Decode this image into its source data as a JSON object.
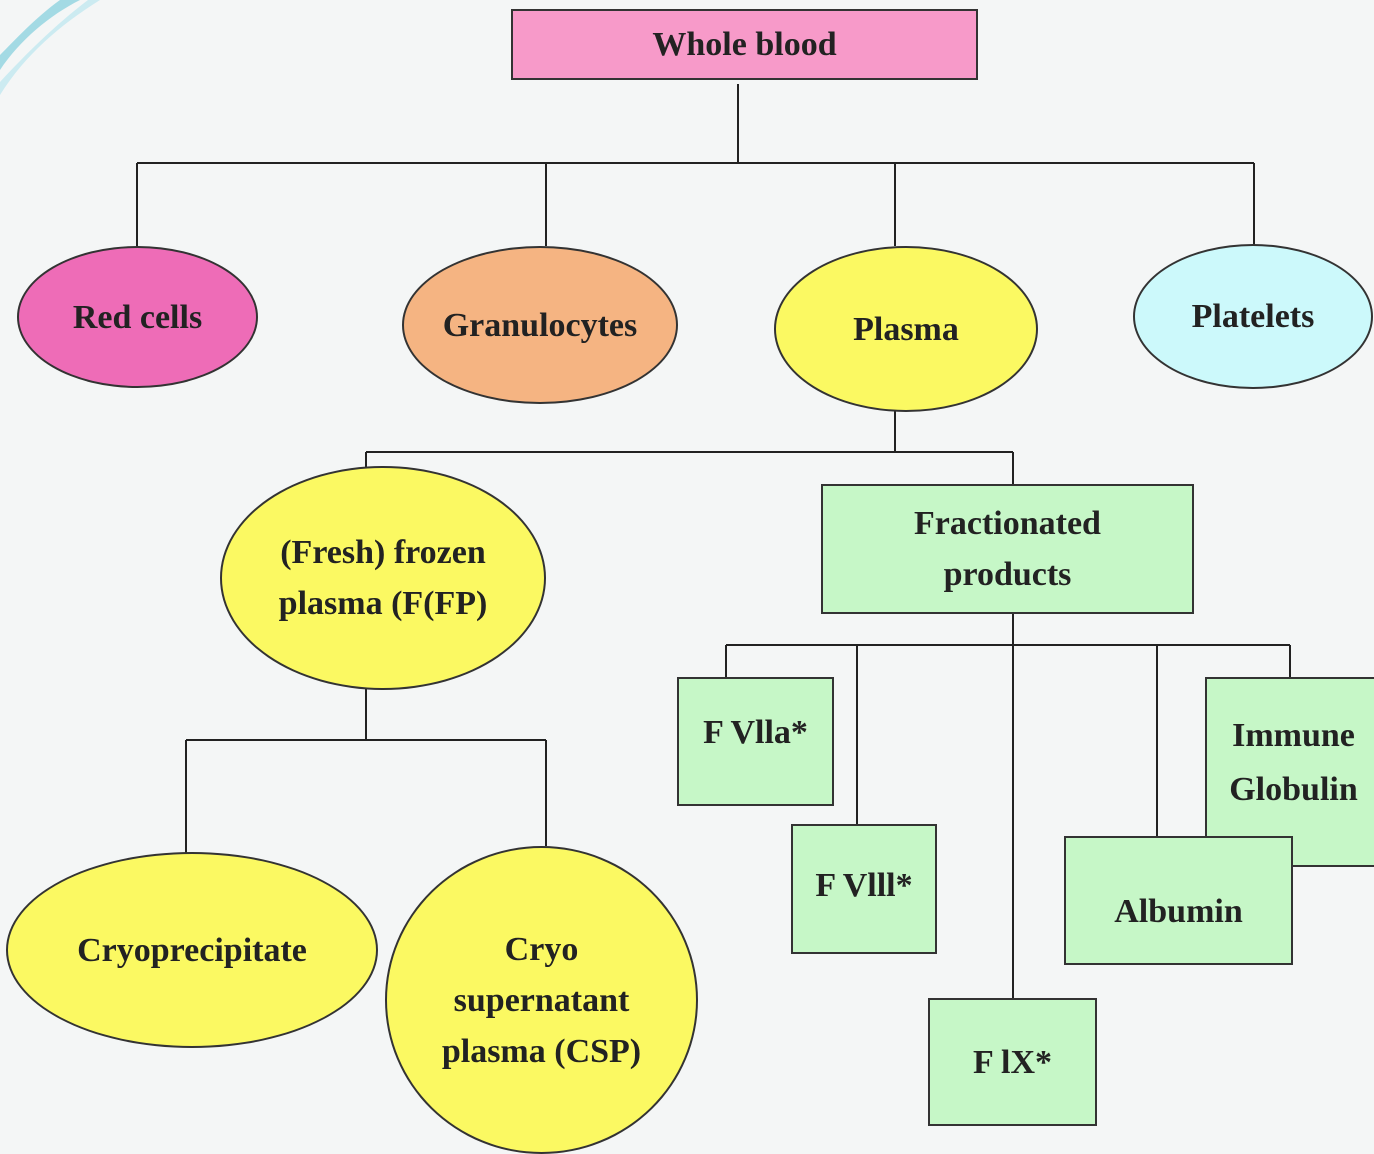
{
  "diagram": {
    "root": {
      "label": "Whole blood",
      "color": "#f79ac9"
    },
    "level1": [
      {
        "label": "Red cells",
        "color": "#ee6cb7"
      },
      {
        "label": "Granulocytes",
        "color": "#f5b482"
      },
      {
        "label": "Plasma",
        "color": "#fbf962"
      },
      {
        "label": "Platelets",
        "color": "#ccf9fb"
      }
    ],
    "plasma_children": [
      {
        "label": "(Fresh) frozen plasma (F(FP)",
        "color": "#fbf962"
      },
      {
        "label": "Fractionated products",
        "color": "#c6f7c7"
      }
    ],
    "ffp_children": [
      {
        "label": "Cryoprecipitate",
        "color": "#fbf962"
      },
      {
        "label": "Cryo supernatant plasma (CSP)",
        "color": "#fbf962"
      }
    ],
    "fractionated_children": [
      {
        "label": "F Vlla*",
        "color": "#c6f7c7"
      },
      {
        "label": "F Vlll*",
        "color": "#c6f7c7"
      },
      {
        "label": "F lX*",
        "color": "#c6f7c7"
      },
      {
        "label": "Albumin",
        "color": "#c6f7c7"
      },
      {
        "label": "Immune Globulin",
        "color": "#c6f7c7"
      }
    ]
  }
}
